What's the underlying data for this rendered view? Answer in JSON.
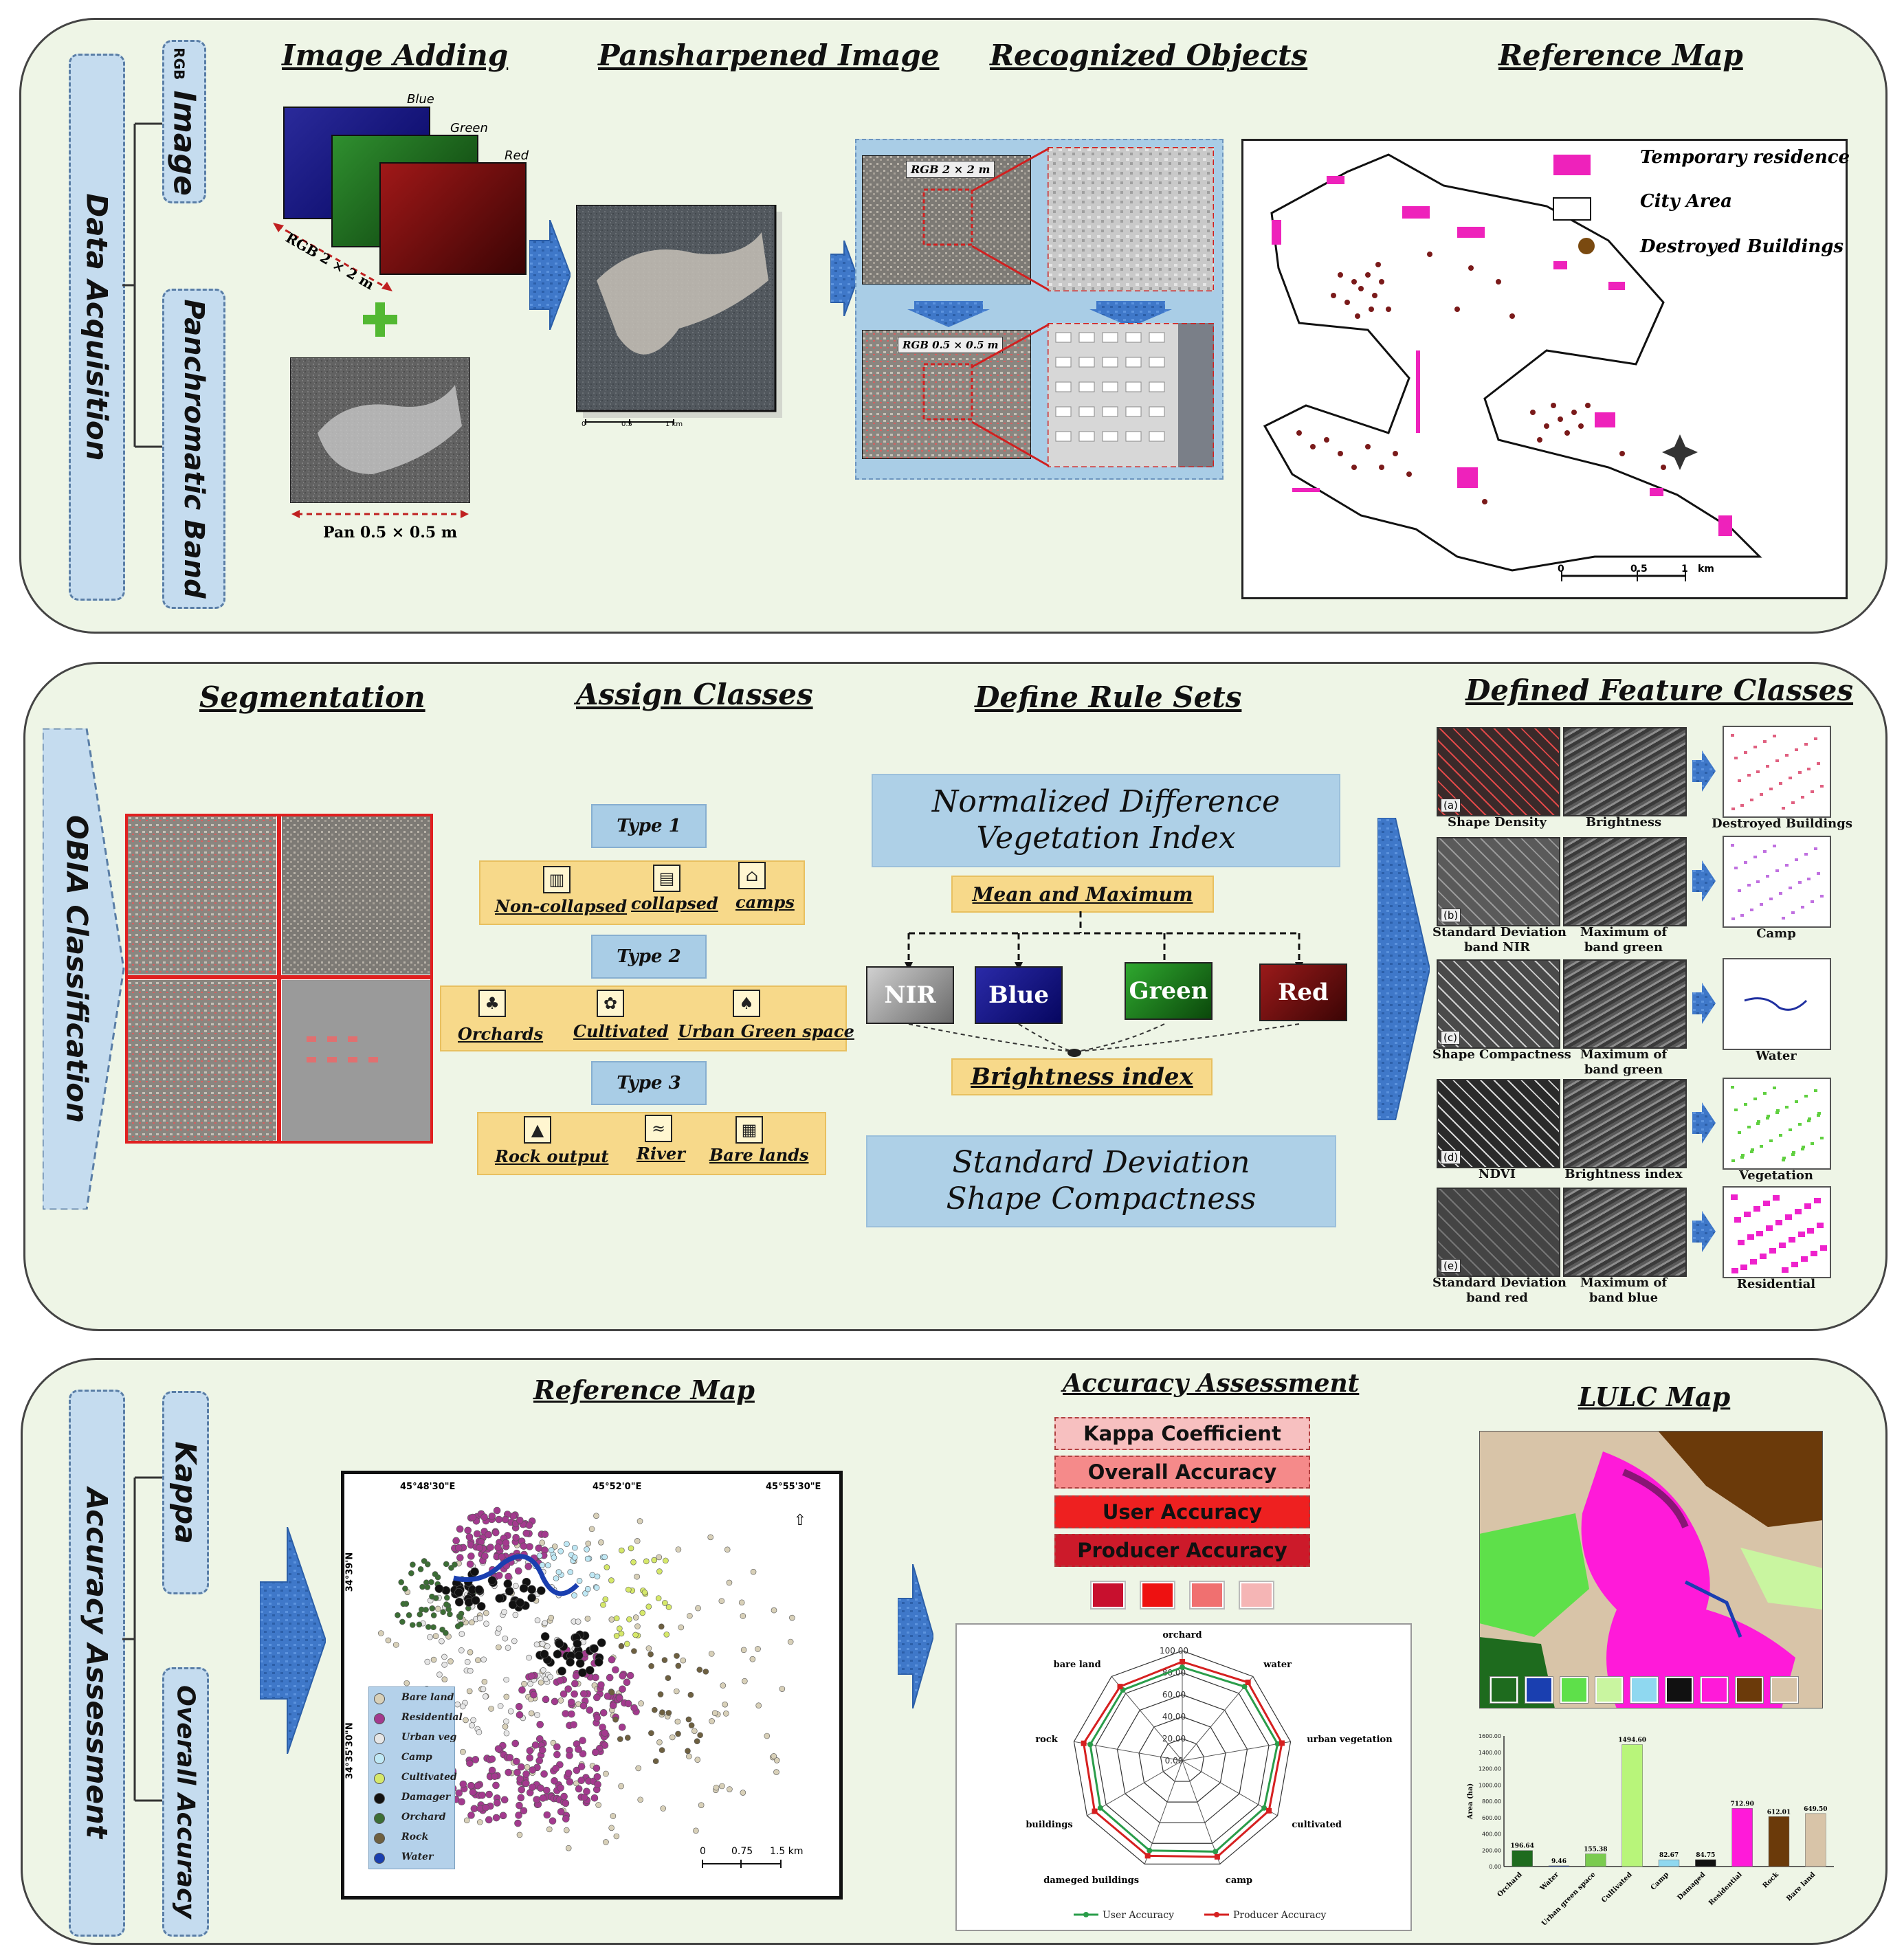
{
  "section1": {
    "side_label": "Data Acquisition",
    "branch_top_prefix": "RGB",
    "branch_top": "Image",
    "branch_bottom": "Panchromatic Band",
    "headings": [
      "Image Adding",
      "Pansharpened Image",
      "Recognized Objects",
      "Reference Map"
    ],
    "bands": [
      "Blue",
      "Green",
      "Red"
    ],
    "rgb_res": "RGB 2 × 2 m",
    "pan_res": "Pan 0.5 × 0.5 m",
    "scale_pans": [
      "0",
      "0.5",
      "1 km"
    ],
    "rec_labels": [
      "RGB 2 × 2 m",
      "RGB 0.5 × 0.5 m"
    ],
    "legend": [
      "Temporary residence",
      "City Area",
      "Destroyed Buildings"
    ],
    "ref_scale": [
      "0",
      "0.5",
      "1",
      "km"
    ]
  },
  "section2": {
    "side_label": "OBIA Classification",
    "headings": [
      "Segmentation",
      "Assign Classes",
      "Define Rule Sets",
      "Defined Feature Classes"
    ],
    "types": [
      {
        "name": "Type 1",
        "items": [
          "Non-collapsed",
          "collapsed",
          "camps"
        ]
      },
      {
        "name": "Type 2",
        "items": [
          "Orchards",
          "Cultivated",
          "Urban Green space"
        ]
      },
      {
        "name": "Type 3",
        "items": [
          "Rock output",
          "River",
          "Bare lands"
        ]
      }
    ],
    "ndvi_line1": "Normalized Difference",
    "ndvi_line2": "Vegetation Index",
    "mean_max": "Mean and Maximum",
    "bands": [
      "NIR",
      "Blue",
      "Green",
      "Red"
    ],
    "brightness": "Brightness index",
    "sd_line1": "Standard Deviation",
    "sd_line2": "Shape Compactness",
    "feature_rows": [
      {
        "tag": "(a)",
        "c1": [
          "Shape Density"
        ],
        "c2": [
          "Brightness"
        ],
        "out": "Destroyed Buildings"
      },
      {
        "tag": "(b)",
        "c1": [
          "Standard Deviation",
          "band NIR"
        ],
        "c2": [
          "Maximum of",
          "band green"
        ],
        "out": "Camp"
      },
      {
        "tag": "(c)",
        "c1": [
          "Shape Compactness"
        ],
        "c2": [
          "Maximum of",
          "band green"
        ],
        "out": "Water"
      },
      {
        "tag": "(d)",
        "c1": [
          "NDVI"
        ],
        "c2": [
          "Brightness index"
        ],
        "out": "Vegetation"
      },
      {
        "tag": "(e)",
        "c1": [
          "Standard Deviation",
          "band red"
        ],
        "c2": [
          "Maximum of",
          "band blue"
        ],
        "out": "Residential"
      }
    ]
  },
  "section3": {
    "side_label": "Accuracy Assessment",
    "branch_top": "Kappa",
    "branch_bottom": "Overall Accuracy",
    "headings": [
      "Reference Map",
      "Accuracy Assessment",
      "LULC  Map"
    ],
    "coords_top": [
      "45°48'30\"E",
      "45°52'0\"E",
      "45°55'30\"E"
    ],
    "coords_left": [
      "34°39'N",
      "34°35'30\"N"
    ],
    "map_legend": [
      {
        "name": "Bare land",
        "color": "#d8d0b8"
      },
      {
        "name": "Residential",
        "color": "#a33a8e"
      },
      {
        "name": "Urban veg",
        "color": "#e6e6e6"
      },
      {
        "name": "Camp",
        "color": "#bfe8f5"
      },
      {
        "name": "Cultivated",
        "color": "#d6e86a"
      },
      {
        "name": "Damager",
        "color": "#111111"
      },
      {
        "name": "Orchard",
        "color": "#3c6e35"
      },
      {
        "name": "Rock",
        "color": "#6e6040"
      },
      {
        "name": "Water",
        "color": "#1a3fb0"
      }
    ],
    "map_scale": [
      "0",
      "0.75",
      "1.5 km"
    ],
    "accuracy_boxes": [
      {
        "label": "Kappa Coefficient",
        "color": "#f7c0c0"
      },
      {
        "label": "Overall Accuracy",
        "color": "#f58a8a"
      },
      {
        "label": "User Accuracy",
        "color": "#ee2020"
      },
      {
        "label": "Producer Accuracy",
        "color": "#cc1a2a"
      }
    ],
    "swatches": [
      "#c8102e",
      "#ee1111",
      "#f07070",
      "#f5b5b5"
    ],
    "lulc_swatches": [
      "#1e6b1e",
      "#1a3fb0",
      "#5ee04a",
      "#c9f5a0",
      "#8fd8f0",
      "#111111",
      "#ff1ad9",
      "#6b3a0a",
      "#d8c4a8"
    ]
  },
  "chart_data": [
    {
      "type": "radar",
      "categories": [
        "orchard",
        "water",
        "urban vegetation",
        "cultivated",
        "camp",
        "dameged buildings",
        "buildings",
        "rock",
        "bare land"
      ],
      "rlim": [
        0,
        100
      ],
      "ticks": [
        "0.00",
        "20.00",
        "40.00",
        "60.00",
        "80.00",
        "100.00"
      ],
      "series": [
        {
          "name": "User Accuracy",
          "color": "#2a9d4a",
          "values": [
            85,
            88,
            88,
            86,
            88,
            87,
            86,
            85,
            84
          ]
        },
        {
          "name": "Producer Accuracy",
          "color": "#d62020",
          "values": [
            90,
            93,
            92,
            91,
            93,
            92,
            92,
            91,
            88
          ]
        }
      ],
      "legend": "bottom"
    },
    {
      "type": "bar",
      "ylabel": "Area (ha)",
      "ylim": [
        0,
        1600
      ],
      "yticks": [
        "0.00",
        "200.00",
        "400.00",
        "600.00",
        "800.00",
        "1000.00",
        "1200.00",
        "1400.00",
        "1600.00"
      ],
      "categories": [
        "Orchard",
        "Water",
        "Urban green space",
        "Cultivated",
        "Camp",
        "Damaged",
        "Residential",
        "Rock",
        "Bare land"
      ],
      "values": [
        196.64,
        9.46,
        155.38,
        1494.6,
        82.67,
        84.75,
        712.9,
        612.01,
        649.5
      ],
      "labels": [
        "196.64",
        "9.46",
        "155.38",
        "1494.60",
        "82.67",
        "84.75",
        "712.90",
        "612.01",
        "649.50"
      ],
      "colors": [
        "#1e6b1e",
        "#1a3fb0",
        "#7acb4f",
        "#b8f57a",
        "#8fd8f0",
        "#111111",
        "#ff1ad9",
        "#6b3a0a",
        "#d8c4a8"
      ]
    }
  ]
}
